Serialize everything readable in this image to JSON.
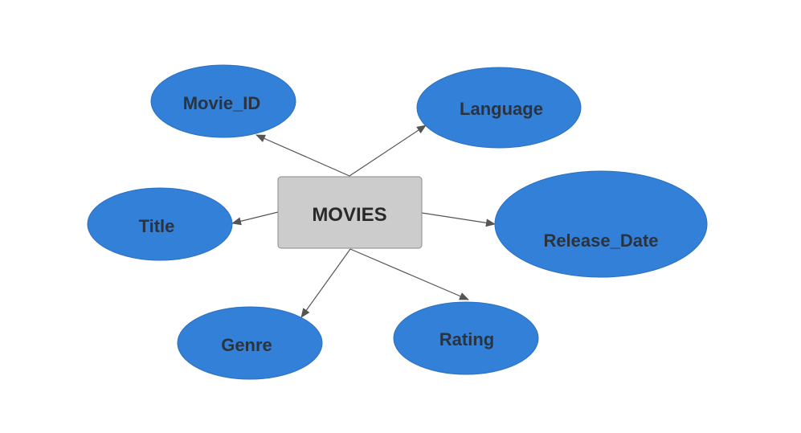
{
  "entity": {
    "label": "MOVIES",
    "fill": "#cccccc"
  },
  "attributes": [
    {
      "id": "movie_id",
      "label": "Movie_ID"
    },
    {
      "id": "language",
      "label": "Language"
    },
    {
      "id": "title",
      "label": "Title"
    },
    {
      "id": "release_date",
      "label": "Release_Date"
    },
    {
      "id": "genre",
      "label": "Genre"
    },
    {
      "id": "rating",
      "label": "Rating"
    }
  ],
  "colors": {
    "attribute_fill": "#3380d8",
    "connector": "#555555"
  }
}
